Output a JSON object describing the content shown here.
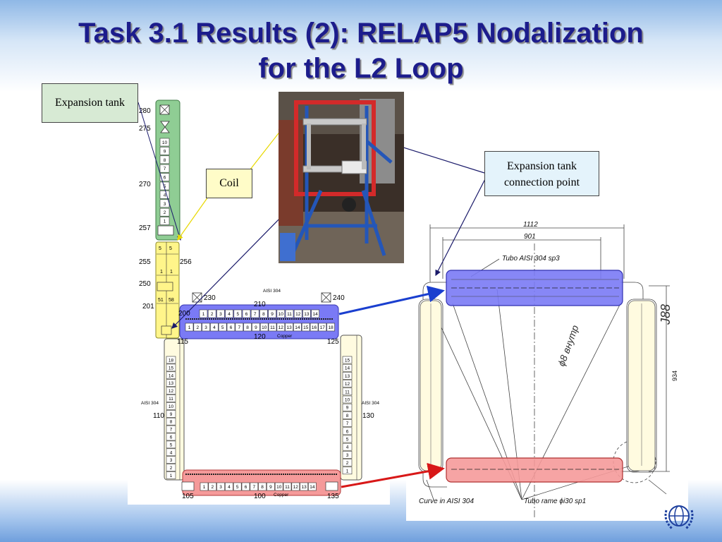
{
  "slide": {
    "title_line1": "Task 3.1 Results (2): RELAP5 Nodalization",
    "title_line2": "for the L2 Loop"
  },
  "callouts": {
    "expansion_tank": "Expansion tank",
    "coil": "Coil",
    "connection_line1": "Expansion tank",
    "connection_line2": "connection point"
  },
  "nodalization": {
    "labels": {
      "n280": "280",
      "n275": "275",
      "n270": "270",
      "n257": "257",
      "n255": "255",
      "n256": "256",
      "n250": "250",
      "n201": "201",
      "n200": "200",
      "n230": "230",
      "n240": "240",
      "n210": "210",
      "n120": "120",
      "n115": "115",
      "n125": "125",
      "n110": "110",
      "n130": "130",
      "n105": "105",
      "n100": "100",
      "n135": "135",
      "aisi_top": "AISI 304",
      "aisi_left": "AISI 304",
      "aisi_right": "AISI 304",
      "copper_top": "Copper",
      "copper_bottom": "Copper",
      "tank_small_5a": "5",
      "tank_small_5b": "5",
      "tank_small_1a": "1",
      "tank_small_1b": "1",
      "tank_small_51": "51",
      "tank_small_58": "58"
    },
    "tank_cells": [
      "10",
      "9",
      "8",
      "7",
      "6",
      "5",
      "4",
      "3",
      "2",
      "1"
    ],
    "top_row_cells": [
      "1",
      "2",
      "3",
      "4",
      "5",
      "6",
      "7",
      "8",
      "9",
      "10",
      "11",
      "12",
      "13",
      "14"
    ],
    "heater_cells": [
      "1",
      "2",
      "3",
      "4",
      "5",
      "6",
      "7",
      "8",
      "9",
      "10",
      "11",
      "12",
      "13",
      "14",
      "15",
      "16",
      "17",
      "18"
    ],
    "left_leg_cells": [
      "18",
      "15",
      "14",
      "13",
      "12",
      "11",
      "10",
      "9",
      "8",
      "7",
      "6",
      "5",
      "4",
      "3",
      "2",
      "1"
    ],
    "right_leg_cells": [
      "15",
      "14",
      "13",
      "12",
      "11",
      "10",
      "9",
      "8",
      "7",
      "6",
      "5",
      "4",
      "3",
      "2",
      "1"
    ],
    "bottom_row_cells": [
      "1",
      "2",
      "3",
      "4",
      "5",
      "6",
      "7",
      "8",
      "9",
      "10",
      "11",
      "12",
      "13",
      "14"
    ]
  },
  "drawing": {
    "dim_1112": "1112",
    "dim_901": "901",
    "dim_934": "934",
    "tubo_top": "Tubo  AISI  304  sp3",
    "curve": "Curve  in  AISI  304",
    "tubo_bottom": "Tubo  rame  ϕi30  sp1",
    "handwritten": "ϕ8 внутр",
    "dim_right": "J88"
  },
  "colors": {
    "title": "#1c1c8c",
    "tank_green": "#8fcd94",
    "coil_yellow": "#fff58a",
    "cooler_blue": "#7a7af5",
    "heater_red": "#f59a9a",
    "leg_cream": "#fffbe0",
    "arrow_blue": "#1a3fcf",
    "arrow_red": "#d81818"
  }
}
